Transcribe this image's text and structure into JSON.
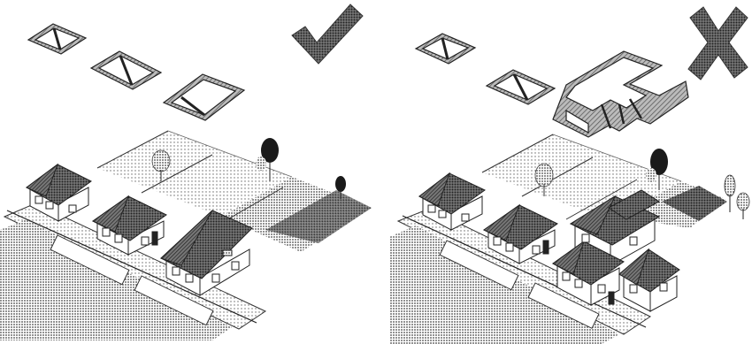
{
  "panels": [
    {
      "id": "left",
      "verdict": "check-icon",
      "description_free": true,
      "roof_outlines": [
        "hip-roof-small",
        "hip-roof-medium",
        "hip-roof-long"
      ],
      "houses": [
        "house-corner",
        "house-middle",
        "house-long"
      ],
      "trees": 3
    },
    {
      "id": "right",
      "verdict": "cross-icon",
      "roof_outlines": [
        "hip-roof-small",
        "hip-roof-medium",
        "complex-roof-large"
      ],
      "houses": [
        "house-corner",
        "house-middle",
        "house-large-complex"
      ],
      "trees": 4
    }
  ],
  "colors": {
    "ink": "#1a1a1a",
    "dark_hatch": "#555555",
    "mid_hatch": "#8a8a8a",
    "light_hatch": "#c8c8c8",
    "paper": "#ffffff"
  }
}
